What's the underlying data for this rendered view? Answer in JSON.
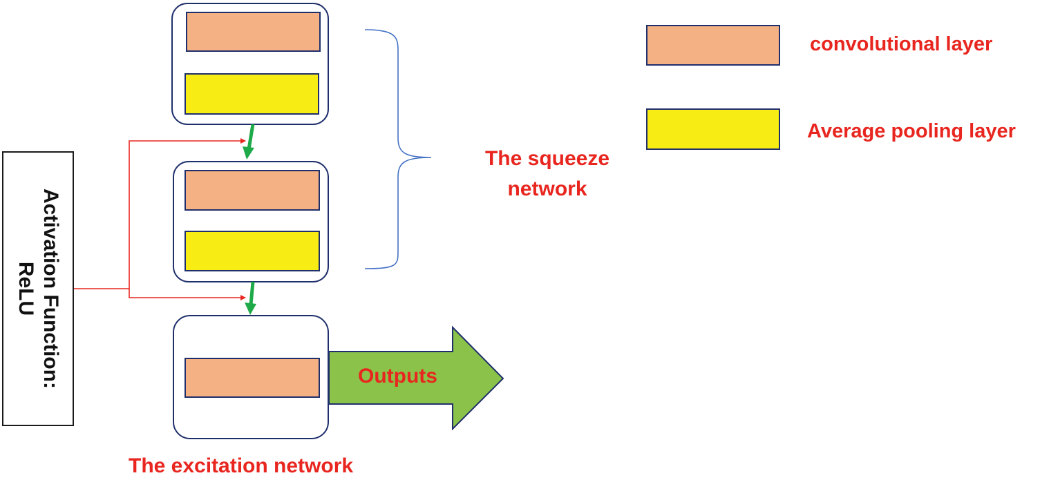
{
  "colors": {
    "conv_fill": "#f3b184",
    "pool_fill": "#f7ec13",
    "box_border": "#1f2f6b",
    "label_red": "#e8261f",
    "arrow_green": "#1faa4a",
    "output_green": "#8bc34a",
    "connector_red": "#e8261f",
    "brace_blue": "#4472c4"
  },
  "activation": {
    "line1": "Activation Function:",
    "line2": "ReLU"
  },
  "squeeze_label": "The squeeze network",
  "excitation_label": "The excitation network",
  "outputs_label": "Outputs",
  "legend": {
    "conv_label": "convolutional layer",
    "pool_label": "Average pooling layer"
  }
}
